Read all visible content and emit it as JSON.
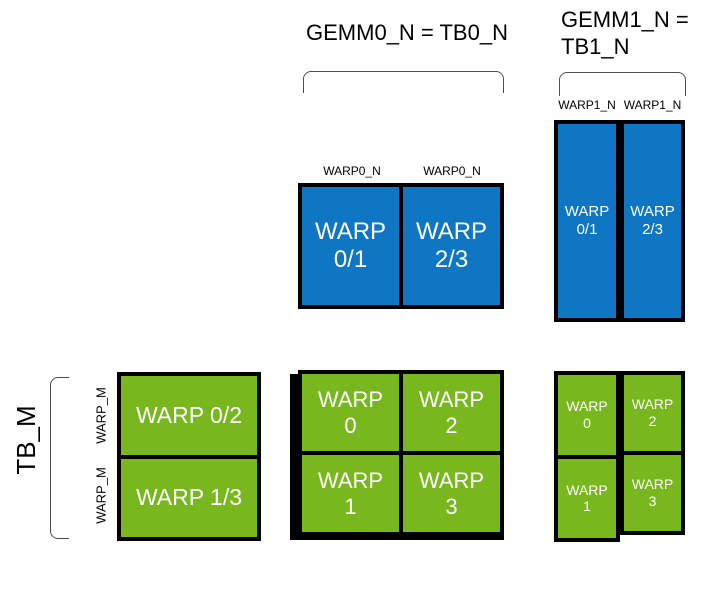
{
  "colors": {
    "blue": "#0F76C4",
    "green": "#78B71E",
    "border": "#000000",
    "bracket_line": "#4D4D4D",
    "title_text": "#000000",
    "cell_text": "#FFFFFF"
  },
  "header": {
    "gemm0_title": "GEMM0_N = TB0_N",
    "gemm1_title_line1": "GEMM1_N =",
    "gemm1_title_line2": "TB1_N"
  },
  "axis_labels": {
    "tb_m": "TB_M",
    "warp_m_top": "WARP_M",
    "warp_m_bottom": "WARP_M",
    "warp0_n_left": "WARP0_N",
    "warp0_n_right": "WARP0_N",
    "warp1_n_left": "WARP1_N",
    "warp1_n_right": "WARP1_N"
  },
  "gemm0_accumulators": {
    "cells": [
      {
        "line1": "WARP",
        "line2": "0/1"
      },
      {
        "line1": "WARP",
        "line2": "2/3"
      }
    ]
  },
  "gemm1_accumulators": {
    "cells": [
      {
        "line1": "WARP",
        "line2": "0/1"
      },
      {
        "line1": "WARP",
        "line2": "2/3"
      }
    ]
  },
  "threadblock_rows": {
    "cells": [
      "WARP 0/2",
      "WARP 1/3"
    ]
  },
  "gemm0_warp_grid": {
    "cells": [
      {
        "line1": "WARP",
        "line2": "0"
      },
      {
        "line1": "WARP",
        "line2": "2"
      },
      {
        "line1": "WARP",
        "line2": "1"
      },
      {
        "line1": "WARP",
        "line2": "3"
      }
    ]
  },
  "gemm1_warp_grid": {
    "left_column": [
      {
        "line1": "WARP",
        "line2": "0"
      },
      {
        "line1": "WARP",
        "line2": "1"
      }
    ],
    "right_column": [
      {
        "line1": "WARP",
        "line2": "2"
      },
      {
        "line1": "WARP",
        "line2": "3"
      }
    ]
  }
}
